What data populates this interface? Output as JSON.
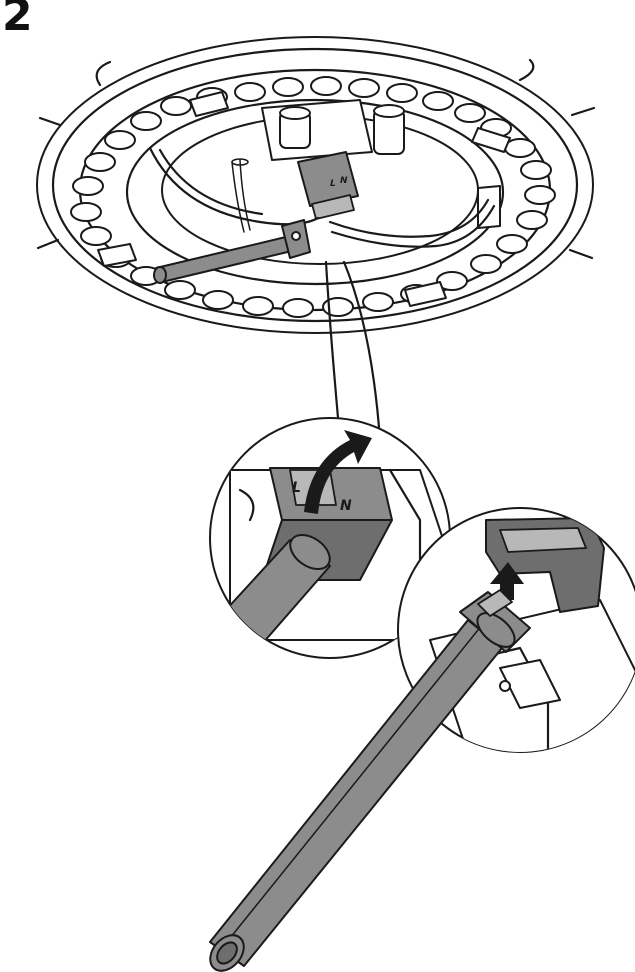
{
  "step": {
    "number": "2"
  },
  "connector": {
    "top_label_left": "L",
    "top_label_right": "N",
    "zoom_label_left": "L",
    "zoom_label_right": "N"
  },
  "colors": {
    "ink": "#1a1a1a",
    "cable": "#8c8c8c",
    "cap": "#6e6e6e",
    "paper": "#ffffff"
  },
  "icons": [
    "arrow-up-curved-icon",
    "arrow-up-icon"
  ]
}
